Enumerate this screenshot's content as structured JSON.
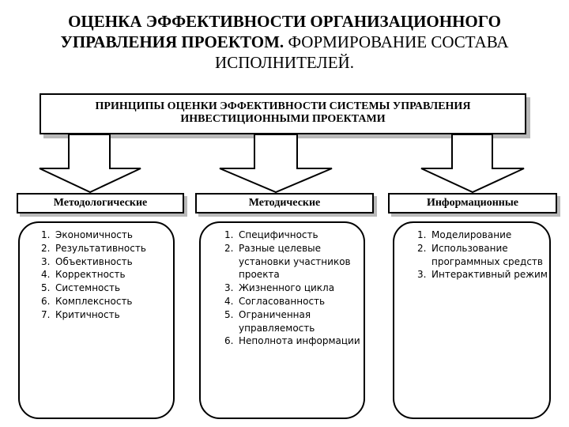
{
  "title": {
    "bold": "ОЦЕНКА ЭФФЕКТИВНОСТИ ОРГАНИЗАЦИОННОГО УПРАВЛЕНИЯ ПРОЕКТОМ.",
    "rest": "ФОРМИРОВАНИЕ СОСТАВА ИСПОЛНИТЕЛЕЙ."
  },
  "principles": {
    "line1": "ПРИНЦИПЫ ОЦЕНКИ ЭФФЕКТИВНОСТИ СИСТЕМЫ УПРАВЛЕНИЯ",
    "line2": "ИНВЕСТИЦИОННЫМИ ПРОЕКТАМИ"
  },
  "categories": [
    {
      "label": "Методологические",
      "items": [
        {
          "num": "1.",
          "text": "Экономичность"
        },
        {
          "num": "2.",
          "text": "Результативность"
        },
        {
          "num": "3.",
          "text": "Объективность"
        },
        {
          "num": "4.",
          "text": "Корректность"
        },
        {
          "num": "5.",
          "text": "Системность"
        },
        {
          "num": "6.",
          "text": "Комплексность"
        },
        {
          "num": "7.",
          "text": "Критичность"
        }
      ]
    },
    {
      "label": "Методические",
      "items": [
        {
          "num": "1.",
          "text": "Специфичность"
        },
        {
          "num": "2.",
          "text": "Разные целевые установки участников проекта"
        },
        {
          "num": "3.",
          "text": "Жизненного цикла"
        },
        {
          "num": "4.",
          "text": "Согласованность"
        },
        {
          "num": "5.",
          "text": "Ограниченная управляемость"
        },
        {
          "num": "6.",
          "text": "Неполнота информации"
        }
      ]
    },
    {
      "label": "Информационные",
      "items": [
        {
          "num": "1.",
          "text": "Моделирование"
        },
        {
          "num": "2.",
          "text": "Использование программных средств"
        },
        {
          "num": "3.",
          "text": "Интерактивный режим"
        }
      ]
    }
  ],
  "colors": {
    "border": "#000000",
    "shadow": "#b9b9b9",
    "background": "#ffffff"
  }
}
